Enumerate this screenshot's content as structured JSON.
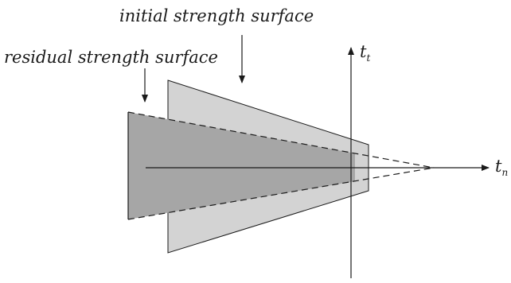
{
  "labels": {
    "initial_strength_surface": "initial strength surface",
    "residual_strength_surface": "residual strength surface"
  },
  "axes": {
    "vertical": {
      "symbol": "t",
      "subscript": "t"
    },
    "horizontal": {
      "symbol": "t",
      "subscript": "n"
    }
  },
  "colors": {
    "initial_surface_fill": "#d3d3d3",
    "residual_surface_fill": "#a6a6a6",
    "line": "#1a1a1a"
  }
}
